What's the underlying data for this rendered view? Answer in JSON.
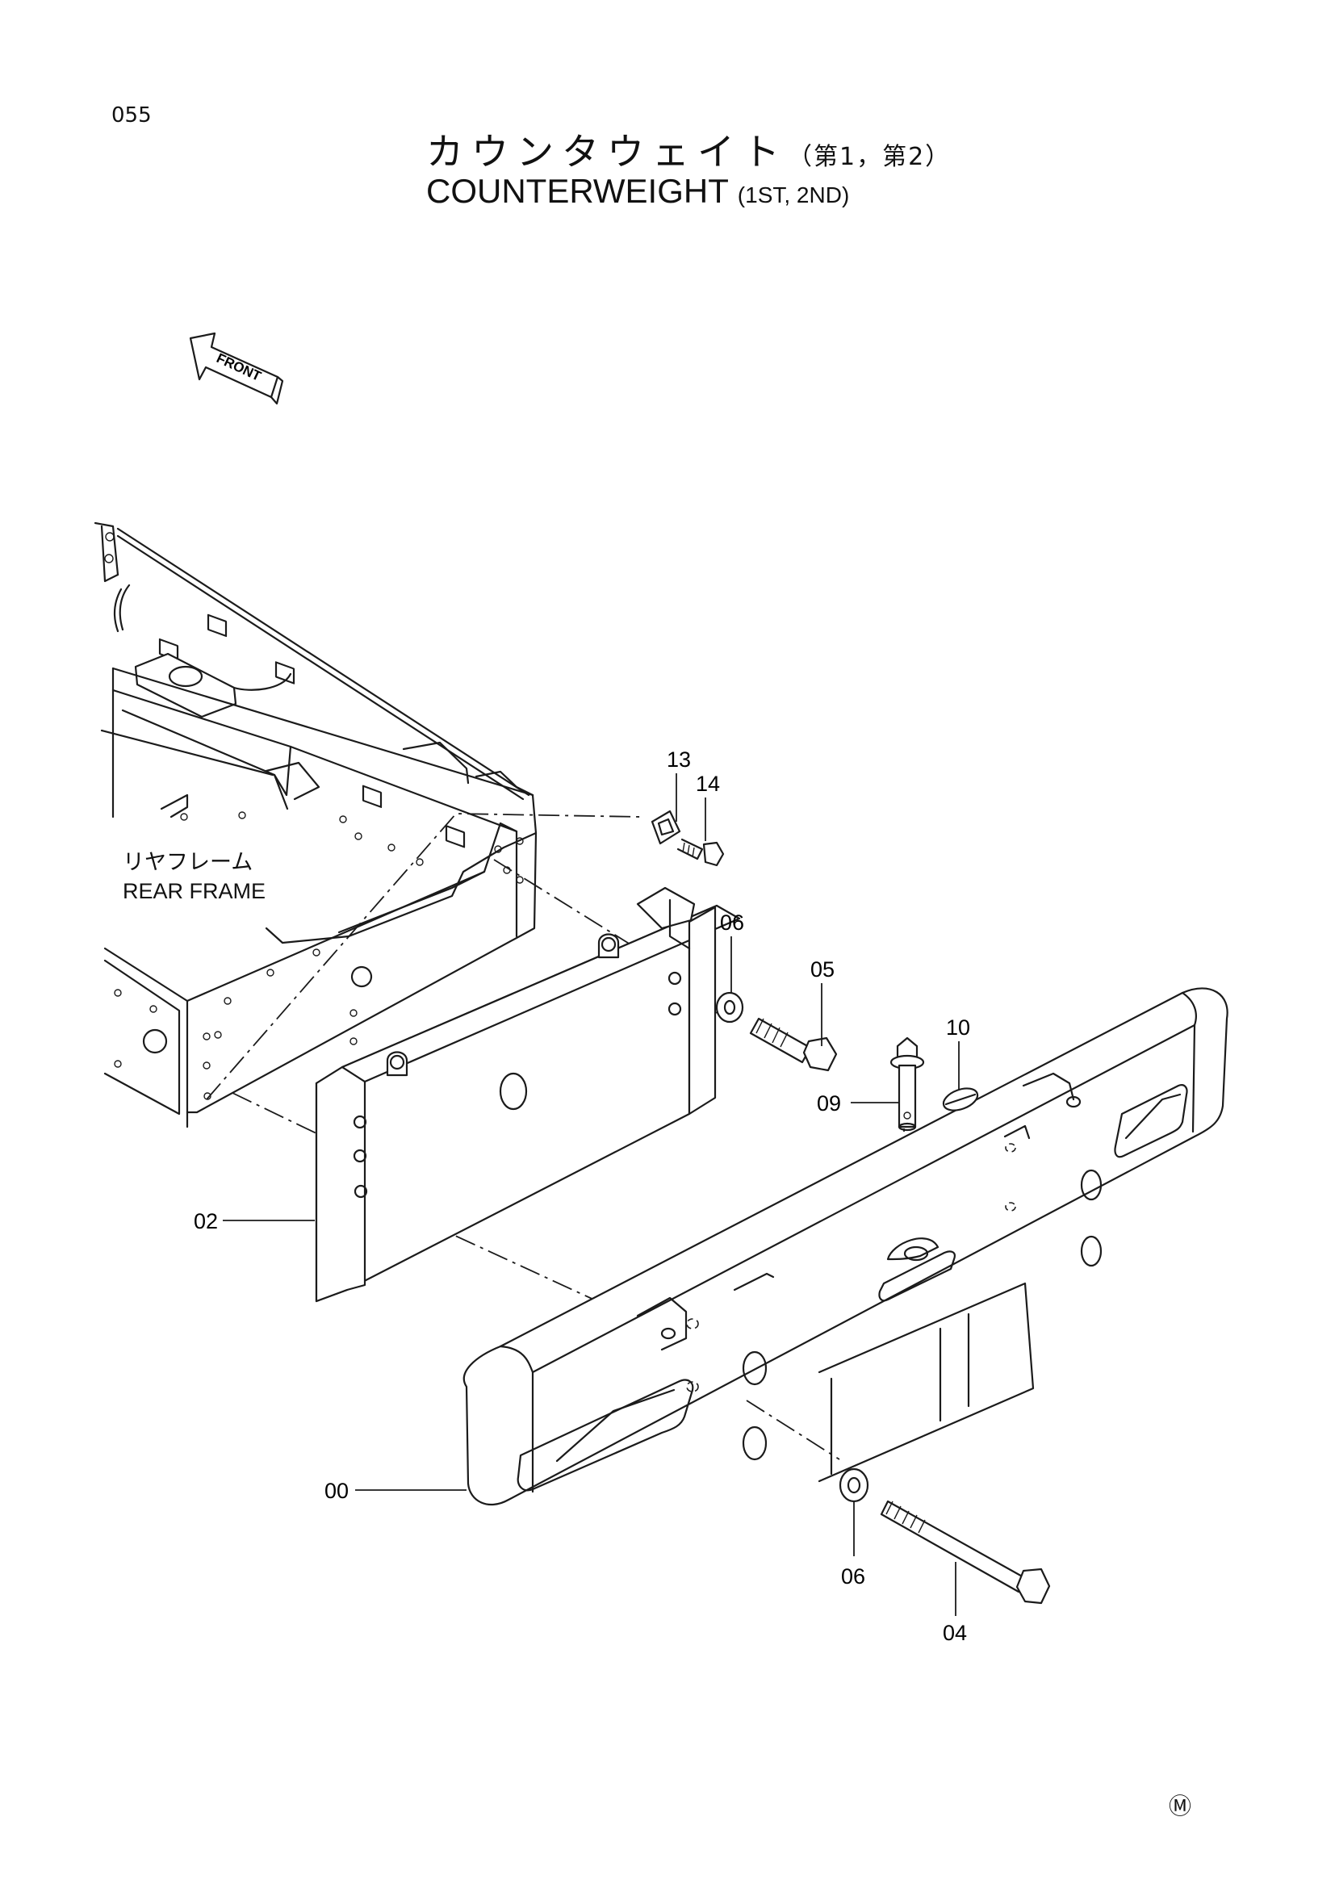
{
  "page_number": "055",
  "title": {
    "jp": "カウンタウェイト",
    "jp_sub": "（第1，第2）",
    "en": "COUNTERWEIGHT",
    "en_sub": "(1ST, 2ND)"
  },
  "front_indicator": "FRONT",
  "rear_frame": {
    "jp": "リヤフレーム",
    "en": "REAR FRAME"
  },
  "callouts": {
    "c00": "00",
    "c02": "02",
    "c04": "04",
    "c05": "05",
    "c06a": "06",
    "c06b": "06",
    "c09": "09",
    "c10": "10",
    "c13": "13",
    "c14": "14"
  },
  "mark": "Ⓜ"
}
